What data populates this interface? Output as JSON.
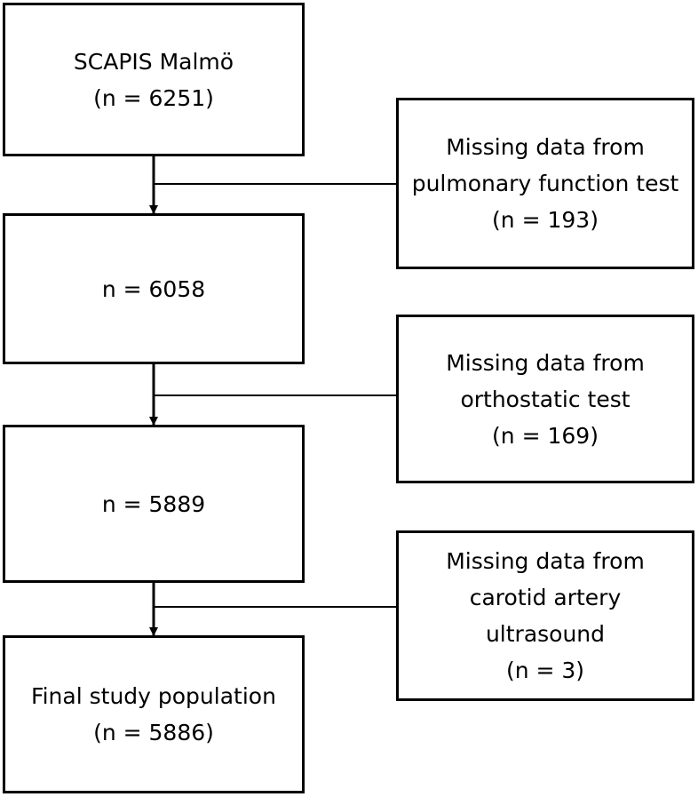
{
  "main_boxes": [
    {
      "lines": [
        "SCAPIS Malmö",
        "(n = 6251)"
      ]
    },
    {
      "lines": [
        "n = 6058"
      ]
    },
    {
      "lines": [
        "n = 5889"
      ]
    },
    {
      "lines": [
        "Final study population",
        "(n = 5886)"
      ]
    }
  ],
  "exclusion_boxes": [
    {
      "lines": [
        "Missing data from",
        "pulmonary function test",
        "(n = 193)"
      ]
    },
    {
      "lines": [
        "Missing data from",
        "orthostatic test",
        "(n = 169)"
      ]
    },
    {
      "lines": [
        "Missing data from",
        "carotid artery",
        "ultrasound",
        "(n = 3)"
      ]
    }
  ]
}
